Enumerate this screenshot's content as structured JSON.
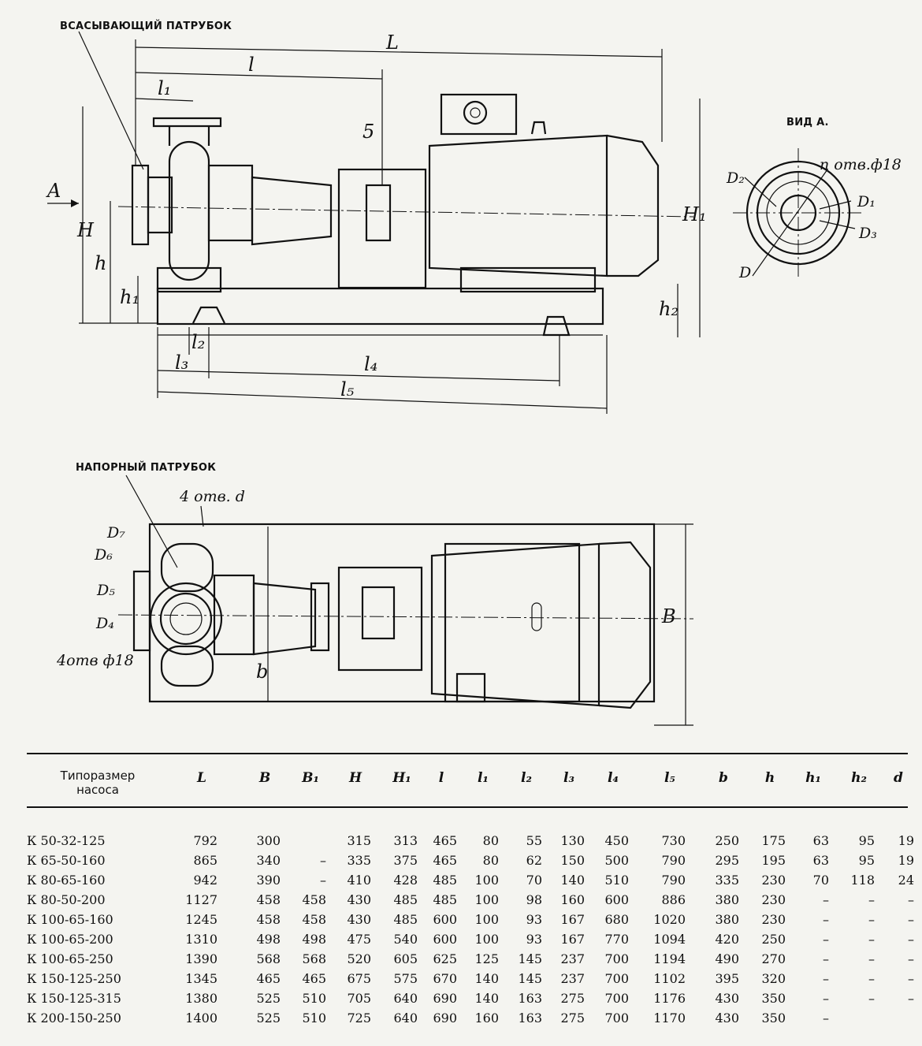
{
  "drawing": {
    "labels": {
      "suction_pipe": "ВСАСЫВАЮЩИЙ ПАТРУБОК",
      "discharge_pipe": "НАПОРНЫЙ ПАТРУБОК",
      "view_a": "ВИД А."
    },
    "dims": {
      "L": "L",
      "l": "l",
      "l1": "l₁",
      "five": "5",
      "A": "A",
      "H": "H",
      "h": "h",
      "h1": "h₁",
      "H1": "H₁",
      "h2": "h₂",
      "l2": "l₂",
      "l3": "l₃",
      "l4": "l₄",
      "l5": "l₅",
      "D": "D",
      "D1": "D₁",
      "D2": "D₂",
      "D3": "D₃",
      "holes_n": "n отв.ф18",
      "holes_d": "4 отв. d",
      "D4": "D₄",
      "D5": "D₅",
      "D6": "D₆",
      "D7": "D₇",
      "holes_4": "4отв ф18",
      "b": "b",
      "B": "B"
    }
  },
  "table": {
    "headers": {
      "model": "Типоразмер насоса",
      "cols": [
        "L",
        "B",
        "B₁",
        "H",
        "H₁",
        "l",
        "l₁",
        "l₂",
        "l₃",
        "l₄",
        "l₅",
        "b",
        "h",
        "h₁",
        "h₂",
        "d"
      ]
    },
    "rows": [
      {
        "model": "К  50-32-125",
        "v": [
          "792",
          "300",
          "",
          "315",
          "313",
          "465",
          "80",
          "55",
          "130",
          "450",
          "730",
          "250",
          "175",
          "63",
          "95",
          "19"
        ]
      },
      {
        "model": "К  65-50-160",
        "v": [
          "865",
          "340",
          "–",
          "335",
          "375",
          "465",
          "80",
          "62",
          "150",
          "500",
          "790",
          "295",
          "195",
          "63",
          "95",
          "19"
        ]
      },
      {
        "model": "К  80-65-160",
        "v": [
          "942",
          "390",
          "–",
          "410",
          "428",
          "485",
          "100",
          "70",
          "140",
          "510",
          "790",
          "335",
          "230",
          "70",
          "118",
          "24"
        ]
      },
      {
        "model": "К  80-50-200",
        "v": [
          "1127",
          "458",
          "458",
          "430",
          "485",
          "485",
          "100",
          "98",
          "160",
          "600",
          "886",
          "380",
          "230",
          "–",
          "–",
          "–"
        ]
      },
      {
        "model": "К  100-65-160",
        "v": [
          "1245",
          "458",
          "458",
          "430",
          "485",
          "600",
          "100",
          "93",
          "167",
          "680",
          "1020",
          "380",
          "230",
          "–",
          "–",
          "–"
        ]
      },
      {
        "model": "К  100-65-200",
        "v": [
          "1310",
          "498",
          "498",
          "475",
          "540",
          "600",
          "100",
          "93",
          "167",
          "770",
          "1094",
          "420",
          "250",
          "–",
          "–",
          "–"
        ]
      },
      {
        "model": "К  100-65-250",
        "v": [
          "1390",
          "568",
          "568",
          "520",
          "605",
          "625",
          "125",
          "145",
          "237",
          "700",
          "1194",
          "490",
          "270",
          "–",
          "–",
          "–"
        ]
      },
      {
        "model": "К  150-125-250",
        "v": [
          "1345",
          "465",
          "465",
          "675",
          "575",
          "670",
          "140",
          "145",
          "237",
          "700",
          "1102",
          "395",
          "320",
          "–",
          "–",
          "–"
        ]
      },
      {
        "model": "К  150-125-315",
        "v": [
          "1380",
          "525",
          "510",
          "705",
          "640",
          "690",
          "140",
          "163",
          "275",
          "700",
          "1176",
          "430",
          "350",
          "–",
          "–",
          "–"
        ]
      },
      {
        "model": "К  200-150-250",
        "v": [
          "1400",
          "525",
          "510",
          "725",
          "640",
          "690",
          "160",
          "163",
          "275",
          "700",
          "1170",
          "430",
          "350",
          "–",
          "",
          ""
        ]
      }
    ]
  }
}
